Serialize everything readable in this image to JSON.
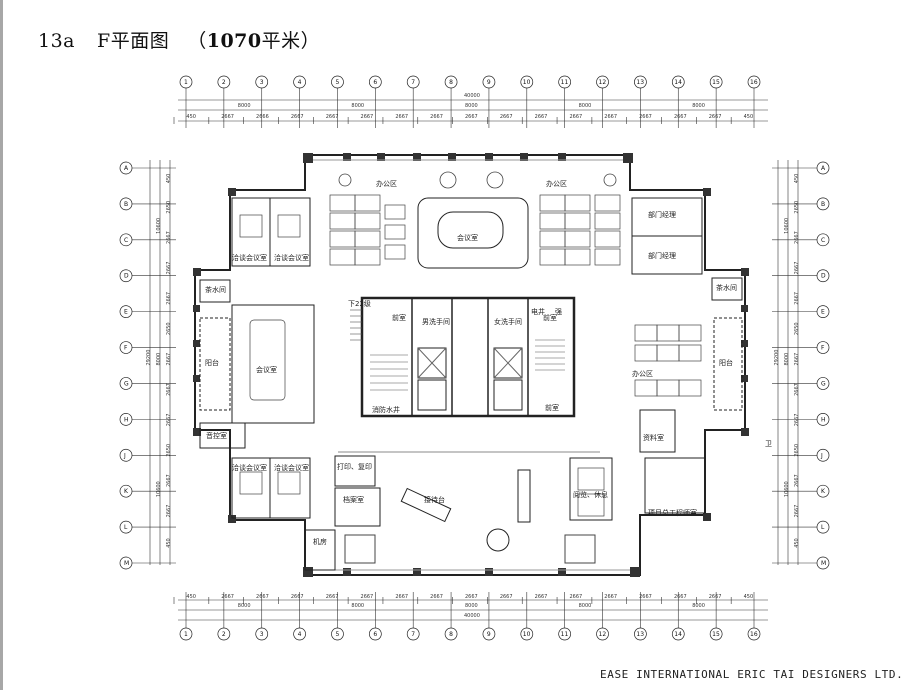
{
  "title": {
    "number": "13a",
    "name": "F平面图",
    "area_open": "（",
    "area_value": "1070",
    "area_unit": "平米）"
  },
  "footer": "EASE INTERNATIONAL ERIC TAI DESIGNERS LTD.",
  "dimensions": {
    "top_total": "40000",
    "top_mid": [
      "8000",
      "8000",
      "8000",
      "8000",
      "8000"
    ],
    "top_small": [
      "450",
      "2667",
      "2666",
      "2667",
      "2667",
      "2667",
      "2667",
      "2667",
      "2667",
      "2667",
      "2667",
      "2667",
      "2667",
      "2667",
      "2667",
      "2667",
      "450"
    ],
    "bottom_total": "40000",
    "bottom_mid": [
      "8000",
      "8000",
      "8000",
      "8000",
      "8000"
    ],
    "bottom_small": [
      "450",
      "2667",
      "2667",
      "2667",
      "2667",
      "2667",
      "2667",
      "2667",
      "2667",
      "2667",
      "2667",
      "2667",
      "2667",
      "2667",
      "2667",
      "2667",
      "450"
    ],
    "side_total": "29200",
    "side_mid": [
      "10600",
      "8000",
      "10600"
    ],
    "side_small": [
      "450",
      "2650",
      "2667",
      "2667",
      "2667",
      "2650",
      "2667",
      "2667",
      "2667",
      "2650",
      "2667",
      "2667",
      "450"
    ]
  },
  "rooms": {
    "office_area_a": "办公区",
    "office_area_b": "办公区",
    "office_area_c": "办公区",
    "meeting_room_top": "会议室",
    "meeting_room_left": "会议室",
    "negotiation_1": "洽谈会议室",
    "negotiation_2": "洽谈会议室",
    "negotiation_3": "洽谈会议室",
    "negotiation_4": "洽谈会议室",
    "tea_room_left": "茶水间",
    "tea_room_right": "茶水间",
    "balcony_left": "阳台",
    "balcony_right": "阳台",
    "audio_room": "音控室",
    "dept_manager_1": "部门经理",
    "dept_manager_2": "部门经理",
    "down_22": "下22级",
    "front_room_1": "前室",
    "front_room_2": "前室",
    "front_room_3": "前室",
    "mens_wc": "男洗手间",
    "womens_wc": "女洗手间",
    "electrical_shaft": "电井",
    "fire_shaft": "强",
    "fire_hydrant_shaft": "消防水井",
    "supply_room": "资料室",
    "wc": "卫",
    "print": "打印、复印",
    "archive": "档案室",
    "machine_room": "机房",
    "reception": "接待台",
    "reading_lounge": "阅览、休息",
    "project_engineer": "项目总工程师室"
  },
  "axis_labels": {
    "top": [
      "1",
      "2",
      "3",
      "4",
      "5",
      "6",
      "7",
      "8",
      "9",
      "10",
      "11",
      "12",
      "13",
      "14",
      "15",
      "16"
    ],
    "left": [
      "A",
      "B",
      "C",
      "D",
      "E",
      "F",
      "G",
      "H",
      "J",
      "K",
      "L",
      "M"
    ]
  }
}
